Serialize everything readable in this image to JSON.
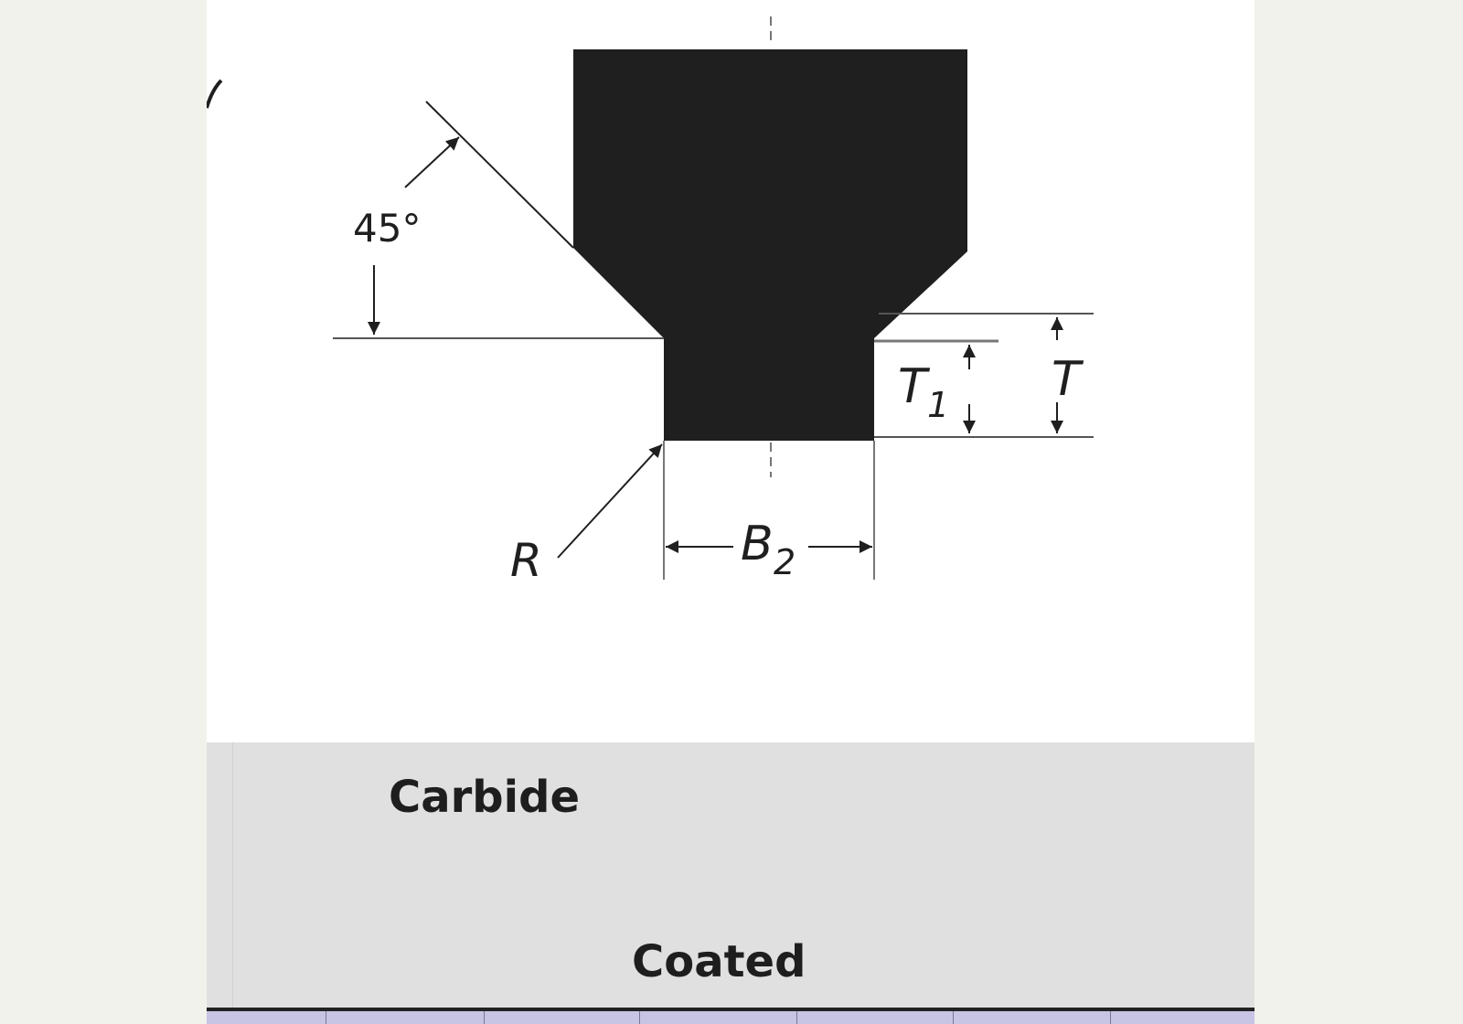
{
  "diagram": {
    "angle_label": "45°",
    "radius_label": "R",
    "width_label": "B",
    "width_subscript": "2",
    "depth_label": "T",
    "step_label": "T",
    "step_subscript": "1"
  },
  "table": {
    "row1_label": "Carbide",
    "row2_label": "Coated"
  },
  "colors": {
    "shape_fill": "#1f1f1f",
    "band_gray": "#e0e0e0",
    "header_lavender": "#c8c4e4"
  }
}
